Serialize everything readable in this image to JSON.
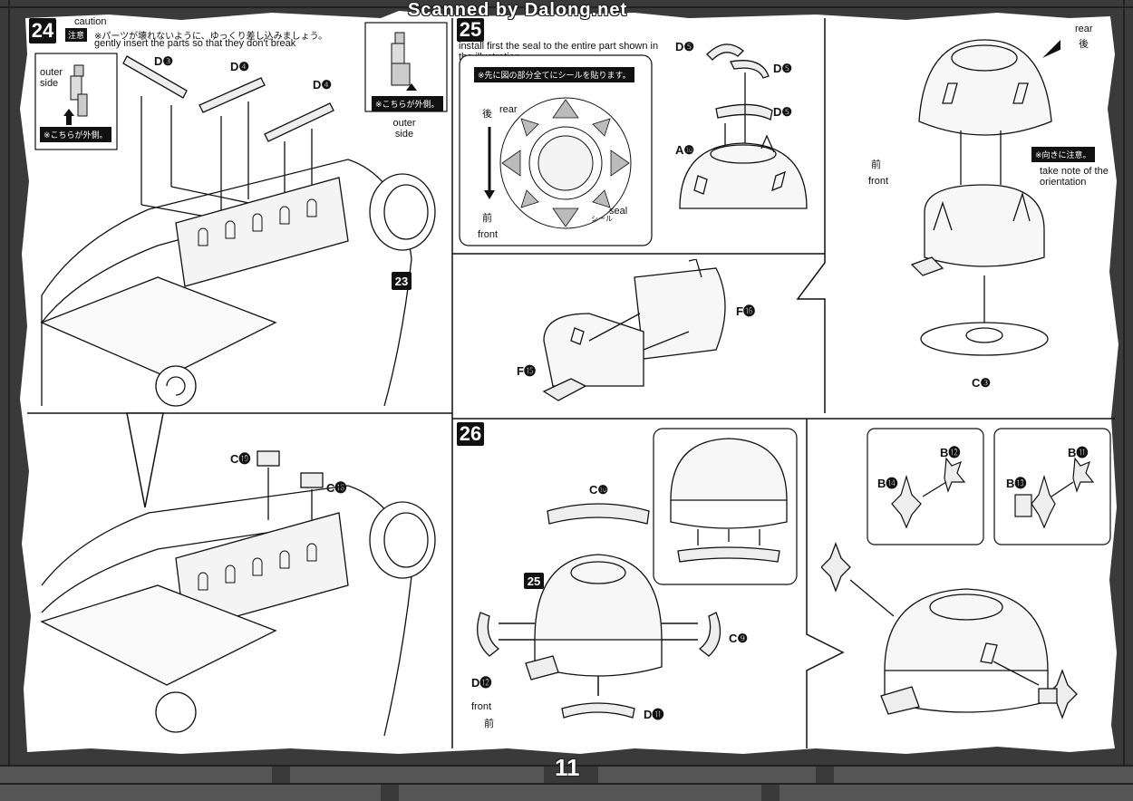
{
  "watermark": "Scanned by Dalong.net",
  "page_number": "11",
  "step24": {
    "number": "24",
    "caution_en": "caution",
    "caution_jp_badge": "注意",
    "caution_jp": "※パーツが壊れないように、ゆっくり差し込みましょう。",
    "caution_en_text": "gently insert the parts so that they don't break",
    "outer_side_left": "outer side",
    "outer_side_right": "outer side",
    "outer_jp": "※こちらが外側。",
    "parts": [
      "D❸",
      "D❹",
      "D❹"
    ],
    "ref_step": "23",
    "lower_parts": [
      "C⓳",
      "C⓲"
    ]
  },
  "step25": {
    "number": "25",
    "instruction": "install first the seal to the entire part shown in the illustration",
    "seal_jp": "※先に図の部分全てにシールを貼ります。",
    "rear_jp": "後",
    "rear": "rear",
    "front_jp": "前",
    "front": "front",
    "seal": "seal",
    "seal_jp_small": "シール",
    "parts": [
      "D❺",
      "D❺",
      "D❺",
      "A❿"
    ],
    "lower_parts": [
      "F⓰",
      "F⓯"
    ]
  },
  "step25b": {
    "rear": "rear",
    "rear_jp": "後",
    "front": "front",
    "front_jp": "前",
    "note_jp": "※向きに注意。",
    "note": "take note of the orientation",
    "part": "C❸"
  },
  "step26": {
    "number": "26",
    "ref_step": "25",
    "parts": [
      "C❿",
      "C❾",
      "D⓬",
      "D⓫"
    ],
    "front": "front",
    "front_jp": "前",
    "detail_a": [
      "B⓬",
      "B⓮"
    ],
    "detail_b": [
      "B⓫",
      "B⓭"
    ]
  }
}
